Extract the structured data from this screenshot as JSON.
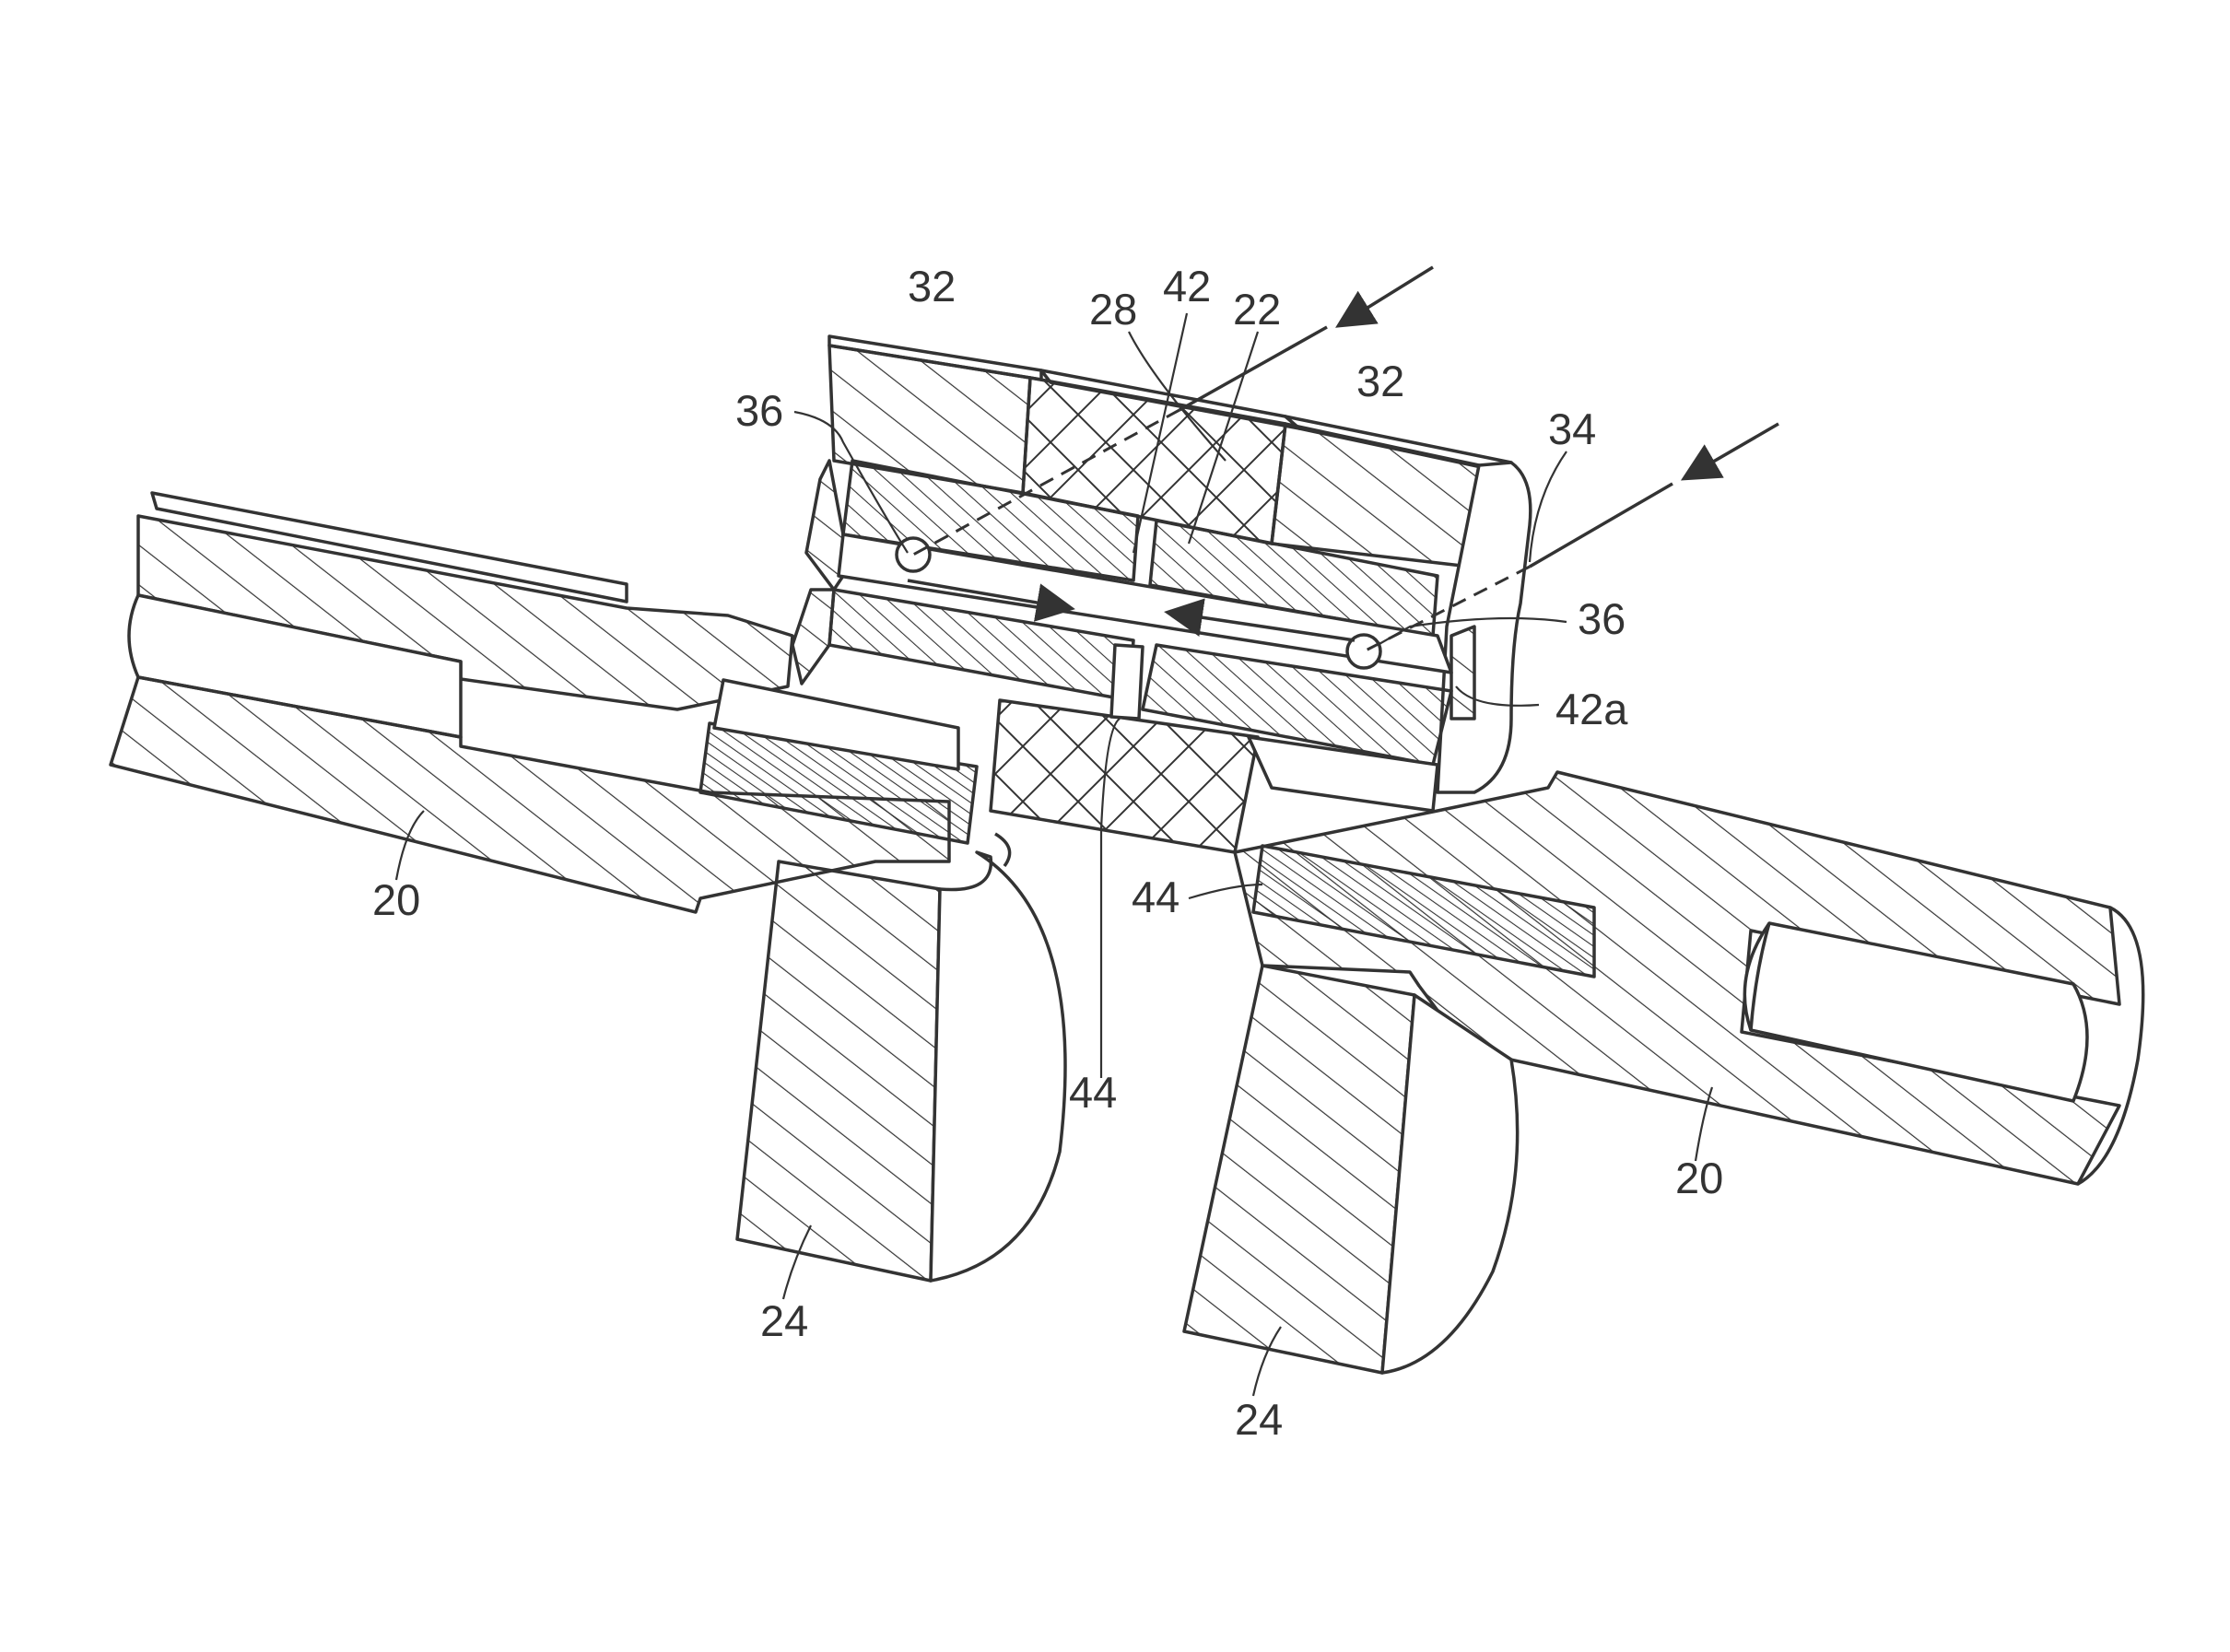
{
  "figure": {
    "labels": [
      {
        "id": "label-20-left",
        "text": "20"
      },
      {
        "id": "label-20-right",
        "text": "20"
      },
      {
        "id": "label-22",
        "text": "22"
      },
      {
        "id": "label-24-left",
        "text": "24"
      },
      {
        "id": "label-24-right",
        "text": "24"
      },
      {
        "id": "label-28",
        "text": "28"
      },
      {
        "id": "label-32-left",
        "text": "32"
      },
      {
        "id": "label-32-right",
        "text": "32"
      },
      {
        "id": "label-34",
        "text": "34"
      },
      {
        "id": "label-36-left",
        "text": "36"
      },
      {
        "id": "label-36-right",
        "text": "36"
      },
      {
        "id": "label-42",
        "text": "42"
      },
      {
        "id": "label-42a",
        "text": "42a"
      },
      {
        "id": "label-44-upper",
        "text": "44"
      },
      {
        "id": "label-44-lower",
        "text": "44"
      }
    ]
  },
  "colors": {
    "line": "#333333",
    "background": "#ffffff"
  }
}
